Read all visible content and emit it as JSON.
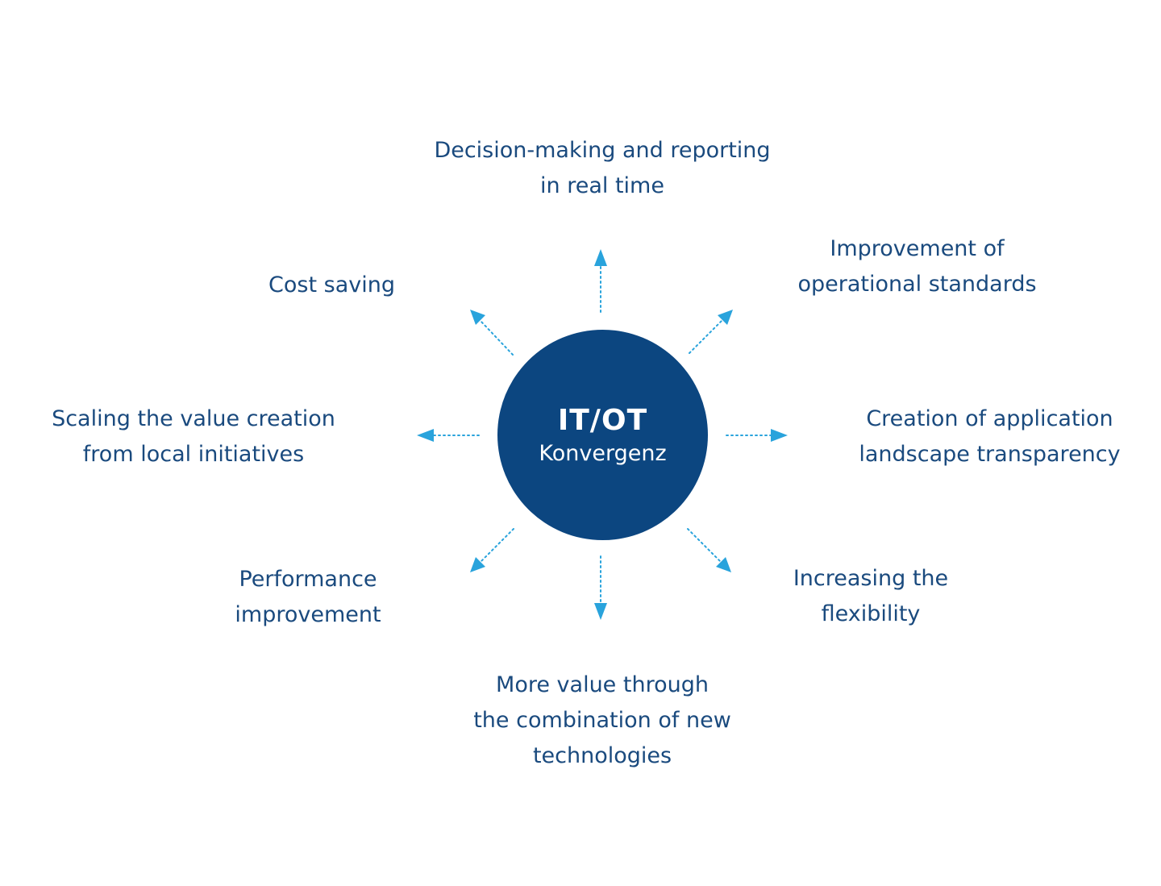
{
  "hub": {
    "title": "IT/OT",
    "subtitle": "Konvergenz"
  },
  "benefits": [
    "Decision-making and reporting\nin real time",
    "Cost saving",
    "Improvement of\noperational standards",
    "Scaling the value creation\nfrom local initiatives",
    "Creation of application\nlandscape transparency",
    "Performance\nimprovement",
    "Increasing the\nflexibility",
    "More value through\nthe combination of new\ntechnologies"
  ],
  "colors": {
    "hub_fill": "#0c4680",
    "text": "#1a4a7e",
    "arrow": "#29a3dc",
    "background": "#ffffff"
  },
  "arrow_style": "dotted-line-with-triangle-head"
}
